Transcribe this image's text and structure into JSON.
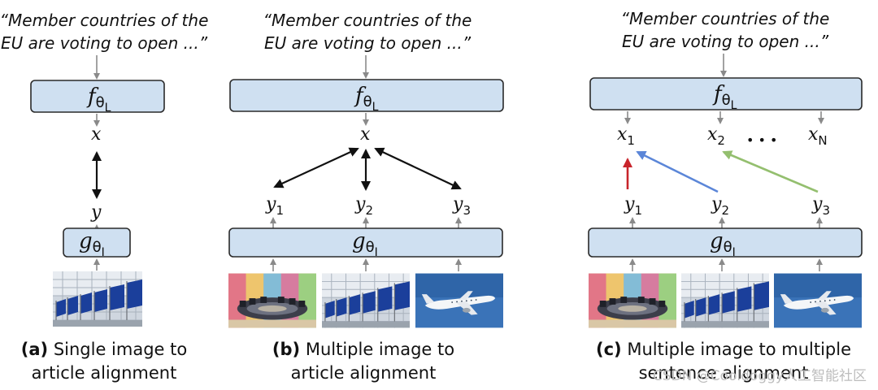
{
  "panels": [
    {
      "quote_line1": "“Member countries of the",
      "quote_line2": "EU are voting to open ...”",
      "text_encoder": {
        "base": "f",
        "sub": "θ",
        "subsub": "L"
      },
      "image_encoder": {
        "base": "g",
        "sub": "θ",
        "subsub": "I"
      },
      "x": "x",
      "y": "y",
      "caption_label": "(a)",
      "caption_line1": "Single image to",
      "caption_line2": "article alignment"
    },
    {
      "quote_line1": "“Member countries of the",
      "quote_line2": "EU are voting to open ...”",
      "text_encoder": {
        "base": "f",
        "sub": "θ",
        "subsub": "L"
      },
      "image_encoder": {
        "base": "g",
        "sub": "θ",
        "subsub": "I"
      },
      "x": "x",
      "y_labels": [
        {
          "base": "y",
          "sub": "1"
        },
        {
          "base": "y",
          "sub": "2"
        },
        {
          "base": "y",
          "sub": "3"
        }
      ],
      "caption_label": "(b)",
      "caption_line1": "Multiple image to",
      "caption_line2": "article alignment"
    },
    {
      "quote_line1": "“Member countries of the",
      "quote_line2": "EU are voting to open ...”",
      "text_encoder": {
        "base": "f",
        "sub": "θ",
        "subsub": "L"
      },
      "image_encoder": {
        "base": "g",
        "sub": "θ",
        "subsub": "I"
      },
      "x_labels": [
        {
          "base": "x",
          "sub": "1"
        },
        {
          "base": "x",
          "sub": "2"
        },
        {
          "base": "x",
          "sub": "N"
        }
      ],
      "ellipsis": "• • •",
      "y_labels": [
        {
          "base": "y",
          "sub": "1"
        },
        {
          "base": "y",
          "sub": "2"
        },
        {
          "base": "y",
          "sub": "3"
        }
      ],
      "caption_label": "(c)",
      "caption_line1": "Multiple image to multiple",
      "caption_line2": "sentence alignment"
    }
  ],
  "images": {
    "flags": "eu-flags-photo",
    "parliament": "parliament-hall-photo",
    "airplane": "airplane-photo"
  },
  "colors": {
    "box_fill": "#cfe0f1",
    "arrow_red": "#c8242b",
    "arrow_blue": "#5b86d8",
    "arrow_green": "#94bf6f"
  },
  "watermark": "CSDN @Cooldoggy人工智能社区"
}
